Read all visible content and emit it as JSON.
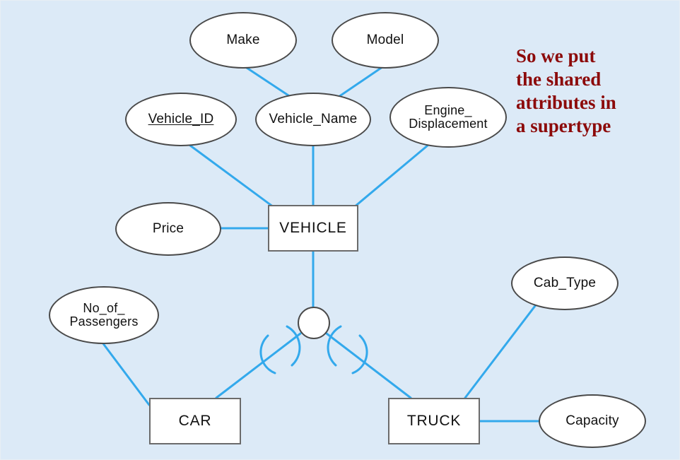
{
  "diagram": {
    "title": "VEHICLE supertype/subtype ER diagram",
    "background_color": "#dceaf7",
    "edge_color": "#33a9ec",
    "shape_border_color": "#4a4a4a",
    "entity_border_color": "#6b6b6b",
    "annotation_color": "#8c0a0a"
  },
  "annotation": {
    "text": "So we put\nthe shared\nattributes in\na supertype"
  },
  "entities": [
    {
      "id": "vehicle",
      "label": "VEHICLE",
      "role": "supertype"
    },
    {
      "id": "car",
      "label": "CAR",
      "role": "subtype"
    },
    {
      "id": "truck",
      "label": "TRUCK",
      "role": "subtype"
    }
  ],
  "attributes": [
    {
      "id": "make",
      "label": "Make",
      "lines": [
        "Make"
      ],
      "key": false
    },
    {
      "id": "model",
      "label": "Model",
      "lines": [
        "Model"
      ],
      "key": false
    },
    {
      "id": "vehicle_id",
      "label": "Vehicle_ID",
      "lines": [
        "Vehicle_ID"
      ],
      "key": true
    },
    {
      "id": "vehicle_name",
      "label": "Vehicle_Name",
      "lines": [
        "Vehicle_Name"
      ],
      "key": false
    },
    {
      "id": "engine_displacement",
      "label": "Engine_Displacement",
      "lines": [
        "Engine_",
        "Displacement"
      ],
      "key": false
    },
    {
      "id": "price",
      "label": "Price",
      "lines": [
        "Price"
      ],
      "key": false
    },
    {
      "id": "no_of_passengers",
      "label": "No_of_Passengers",
      "lines": [
        "No_of_",
        "Passengers"
      ],
      "key": false
    },
    {
      "id": "cab_type",
      "label": "Cab_Type",
      "lines": [
        "Cab_Type"
      ],
      "key": false
    },
    {
      "id": "capacity",
      "label": "Capacity",
      "lines": [
        "Capacity"
      ],
      "key": false
    }
  ],
  "generalization": {
    "id": "subtype_circle",
    "symbol": "",
    "disjointness": "overlapping-empty-circle",
    "completeness": "partial-single-line"
  },
  "connections": [
    {
      "from": "make",
      "to": "vehicle_name"
    },
    {
      "from": "model",
      "to": "vehicle_name"
    },
    {
      "from": "vehicle_id",
      "to": "vehicle"
    },
    {
      "from": "vehicle_name",
      "to": "vehicle"
    },
    {
      "from": "engine_displacement",
      "to": "vehicle"
    },
    {
      "from": "price",
      "to": "vehicle"
    },
    {
      "from": "vehicle",
      "to": "subtype_circle"
    },
    {
      "from": "subtype_circle",
      "to": "car"
    },
    {
      "from": "subtype_circle",
      "to": "truck"
    },
    {
      "from": "no_of_passengers",
      "to": "car"
    },
    {
      "from": "cab_type",
      "to": "truck"
    },
    {
      "from": "truck",
      "to": "capacity"
    }
  ]
}
